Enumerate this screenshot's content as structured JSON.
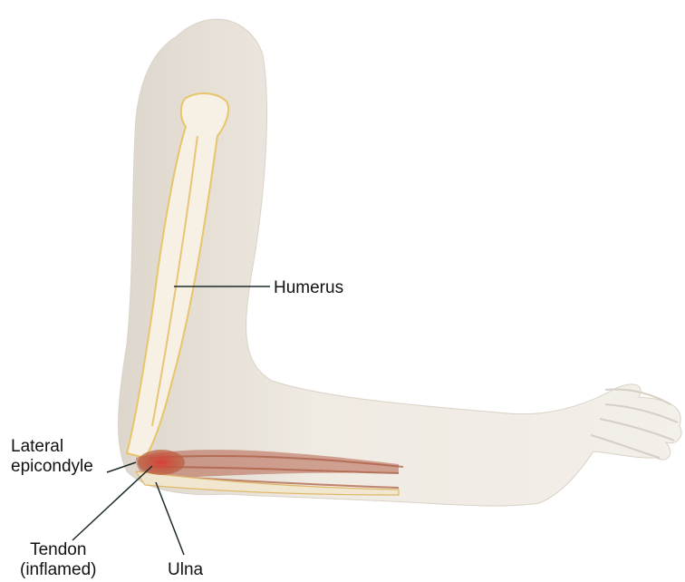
{
  "labels": {
    "humerus": "Humerus",
    "lateral_epicondyle": "Lateral\nepicondyle",
    "tendon": "Tendon\n(inflamed)",
    "ulna": "Ulna"
  },
  "colors": {
    "skin": "#efeae2",
    "skin_shadow": "#ddd6cc",
    "bone": "#f6f1e4",
    "bone_edge": "#e8c46a",
    "muscle": "#b5604a",
    "inflamed_tendon": "#d0483e",
    "leader_line": "#1d2a2a"
  }
}
